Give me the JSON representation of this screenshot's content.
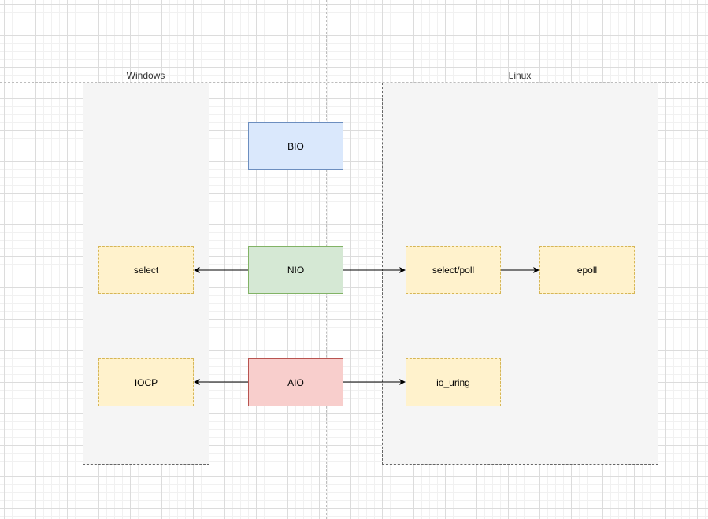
{
  "groups": {
    "windows": {
      "label": "Windows"
    },
    "linux": {
      "label": "Linux"
    }
  },
  "nodes": {
    "bio": {
      "label": "BIO"
    },
    "nio": {
      "label": "NIO"
    },
    "aio": {
      "label": "AIO"
    },
    "select": {
      "label": "select"
    },
    "iocp": {
      "label": "IOCP"
    },
    "select_poll": {
      "label": "select/poll"
    },
    "epoll": {
      "label": "epoll"
    },
    "io_uring": {
      "label": "io_uring"
    }
  },
  "colors": {
    "blue_fill": "#dae8fc",
    "green_fill": "#d5e8d4",
    "red_fill": "#f8cecc",
    "yellow_fill": "#fff2cc",
    "container_fill": "#f5f5f5",
    "edge": "#000000"
  },
  "edges": [
    {
      "from": "nio",
      "to": "select"
    },
    {
      "from": "nio",
      "to": "select_poll"
    },
    {
      "from": "select_poll",
      "to": "epoll"
    },
    {
      "from": "aio",
      "to": "iocp"
    },
    {
      "from": "aio",
      "to": "io_uring"
    }
  ]
}
